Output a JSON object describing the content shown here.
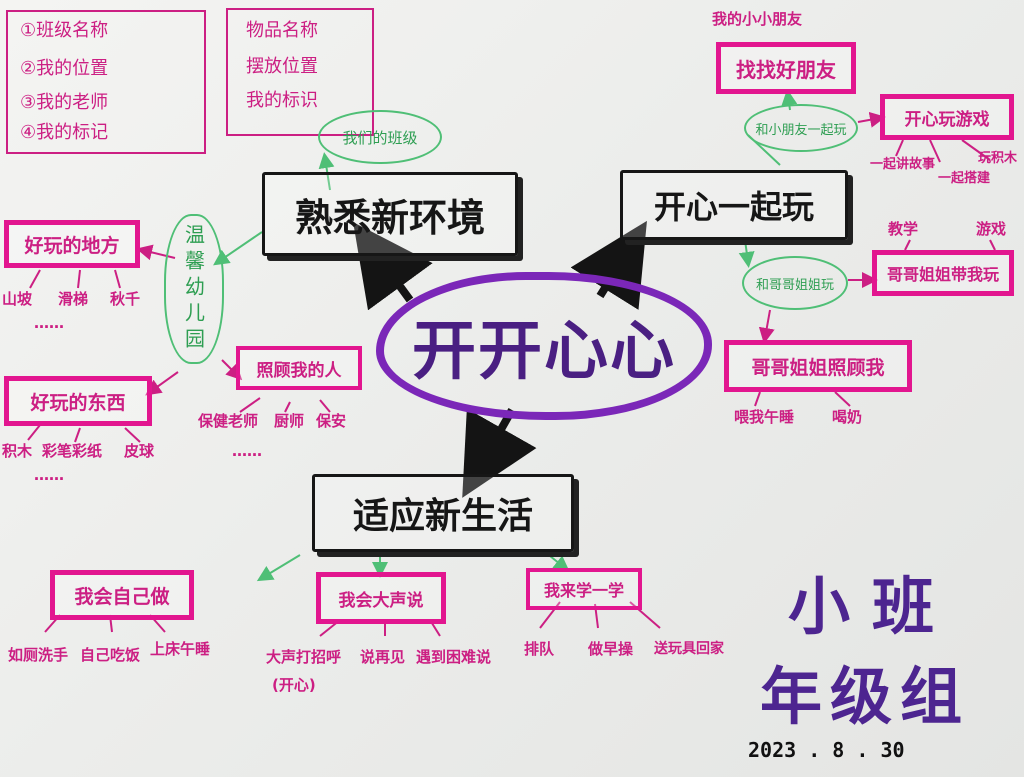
{
  "center": "开开心心",
  "branches": {
    "environment": {
      "title": "熟悉新环境",
      "sub_cloud": "我们的班级",
      "note_left": [
        "①班级名称",
        "②我的位置",
        "③我的老师",
        "④我的标记"
      ],
      "note_right": [
        "物品名称",
        "摆放位置",
        "我的标识"
      ],
      "kindergarten_label": "温馨幼儿园",
      "fun_places": {
        "title": "好玩的地方",
        "items": [
          "山坡",
          "滑梯",
          "秋千"
        ],
        "more": "……"
      },
      "fun_things": {
        "title": "好玩的东西",
        "items": [
          "积木",
          "彩笔彩纸",
          "皮球"
        ],
        "more": "……"
      },
      "caretakers": {
        "title": "照顾我的人",
        "items": [
          "保健老师",
          "厨师",
          "保安"
        ],
        "more": "……"
      }
    },
    "play": {
      "title": "开心一起玩",
      "top_note": "我的小小朋友",
      "find_friends": "找找好朋友",
      "cloud_friends": "和小朋友一起玩",
      "happy_games": {
        "title": "开心玩游戏",
        "items": [
          "一起讲故事",
          "一起搭建",
          "玩积木"
        ]
      },
      "cloud_siblings": "和哥哥姐姐玩",
      "sibling_teach": {
        "title": "哥哥姐姐带我玩",
        "items": [
          "教学",
          "游戏"
        ]
      },
      "sibling_care": {
        "title": "哥哥姐姐照顾我",
        "items": [
          "喂我午睡",
          "喝奶"
        ]
      }
    },
    "adapt": {
      "title": "适应新生活",
      "self_care": {
        "title": "我会自己做",
        "items": [
          "如厕洗手",
          "自己吃饭",
          "上床午睡"
        ]
      },
      "speak_up": {
        "title": "我会大声说",
        "items": [
          "大声打招呼",
          "说再见",
          "遇到困难说"
        ],
        "extra": "(开心)"
      },
      "learn": {
        "title": "我来学一学",
        "items": [
          "排队",
          "做早操",
          "送玩具回家"
        ]
      }
    }
  },
  "signature": {
    "line1": "小班",
    "line2": "年级组",
    "date": "2023 . 8 . 30"
  },
  "colors": {
    "magenta": "#e2168f",
    "magenta_text": "#cc1f83",
    "purple": "#7b27b8",
    "green": "#4fbf76",
    "black": "#161616"
  }
}
